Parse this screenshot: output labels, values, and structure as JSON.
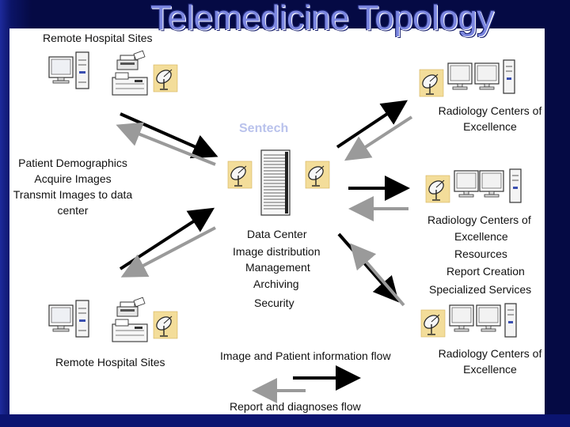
{
  "title": "Telemedicine Topology",
  "brand_label": "Sentech",
  "remote_top": "Remote Hospital Sites",
  "remote_bottom": "Remote Hospital Sites",
  "patient_tasks": [
    "Patient Demographics",
    "Acquire Images",
    "Transmit Images to data",
    "center"
  ],
  "data_center": {
    "title": "Data Center",
    "services": [
      "Image distribution",
      "Management",
      "Archiving",
      "Security"
    ]
  },
  "radiology_top": [
    "Radiology Centers of",
    "Excellence"
  ],
  "radiology_middle": [
    "Radiology Centers of",
    "Excellence",
    "Resources",
    "Report Creation",
    "Specialized Services"
  ],
  "radiology_bottom": [
    "Radiology Centers of",
    "Excellence"
  ],
  "legend": {
    "forward_flow": "Image and Patient information flow",
    "return_flow": "Report and diagnoses flow"
  },
  "colors": {
    "background": "#050a44",
    "title": "#7b86e0",
    "forward_arrow": "#000000",
    "return_arrow": "#999999",
    "brand": "#b9c2ec"
  },
  "icons": [
    "computer-workstation-icon",
    "printer-icon",
    "lab-instrument-icon",
    "satellite-dish-icon",
    "server-rack-icon"
  ]
}
